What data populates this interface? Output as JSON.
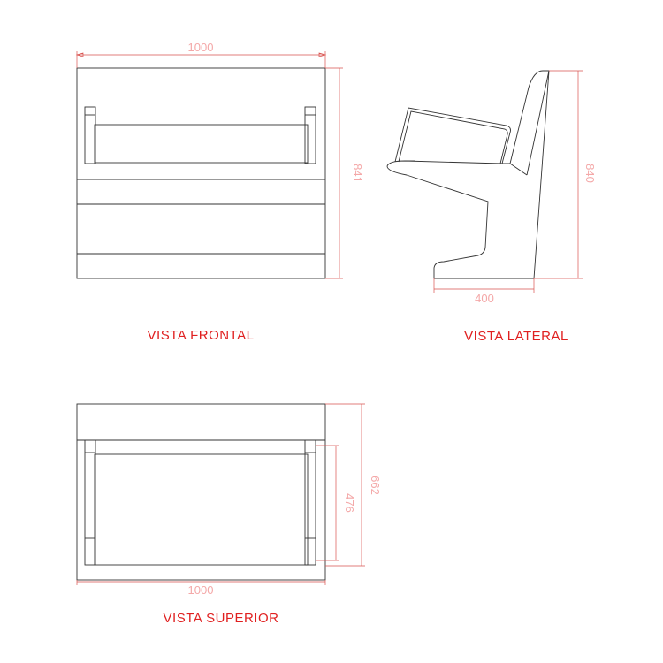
{
  "views": {
    "front": {
      "title": "VISTA FRONTAL",
      "dim_width": "1000",
      "dim_height": "841"
    },
    "side": {
      "title": "VISTA LATERAL",
      "dim_height": "840",
      "dim_base": "400"
    },
    "top": {
      "title": "VISTA SUPERIOR",
      "dim_width": "1000",
      "dim_inner": "476",
      "dim_depth": "662"
    }
  },
  "colors": {
    "outline": "#333333",
    "dimension_line": "#d9534f",
    "dimension_text": "#f4a8a8",
    "title": "#e02020"
  }
}
